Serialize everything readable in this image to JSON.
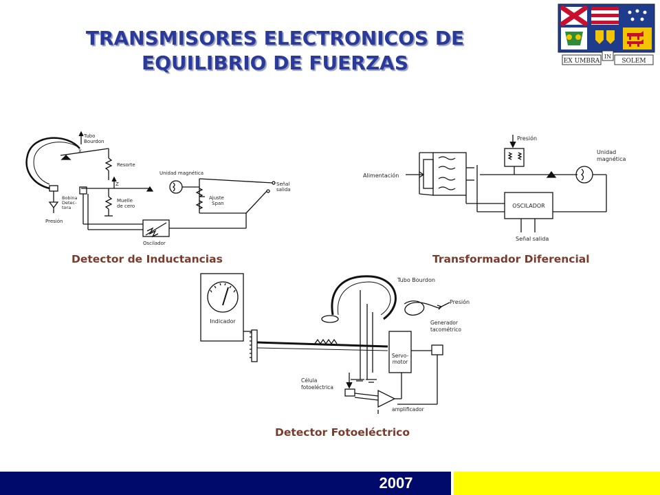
{
  "slide": {
    "title_line1": "TRANSMISORES ELECTRONICOS DE",
    "title_line2": "EQUILIBRIO DE FUERZAS",
    "year": "2007"
  },
  "crest": {
    "motto_left": "EX UMBRA",
    "motto_center": "IN",
    "motto_right": "SOLEM"
  },
  "diagrams": {
    "inductancias": {
      "caption": "Detector de Inductancias",
      "labels": {
        "tubo": "Tubo",
        "bourdon": "Bourdon",
        "x": "X",
        "resorte": "Resorte",
        "z": "Z",
        "unidad": "Unidad magnética",
        "senal": "Señal",
        "salida": "salida",
        "ajuste": "Ajuste",
        "span": "Span",
        "muelle": "Muelle",
        "de_cero": "de cero",
        "bobina": "Bobina",
        "detec": "Detec-",
        "tora": "tora",
        "presion": "Presión",
        "oscilador": "Oscilador"
      }
    },
    "diferencial": {
      "caption": "Transformador Diferencial",
      "labels": {
        "presion": "Presión",
        "unidad": "Unidad",
        "magnetica": "magnética",
        "alimentacion": "Alimentación",
        "oscilador": "OSCILADOR",
        "senal_salida": "Señal salida"
      }
    },
    "fotoelectrico": {
      "caption": "Detector Fotoeléctrico",
      "labels": {
        "tubo_bourdon": "Tubo Bourdon",
        "presion": "Presión",
        "indicador": "Indicador",
        "generador": "Generador",
        "tacometrico": "tacométrico",
        "servo": "Servo-",
        "motor": "motor",
        "celula": "Célula",
        "fotoelectrica": "fotoeléctrica",
        "amplificador": "amplificador"
      }
    }
  },
  "colors": {
    "title": "#2a3a9a",
    "caption": "#7a3a2c",
    "footer_left": "#000a6a",
    "footer_right": "#ffff00",
    "crest_blue": "#1f3c8c",
    "crest_red": "#c8102e",
    "crest_yellow": "#f2c500"
  }
}
